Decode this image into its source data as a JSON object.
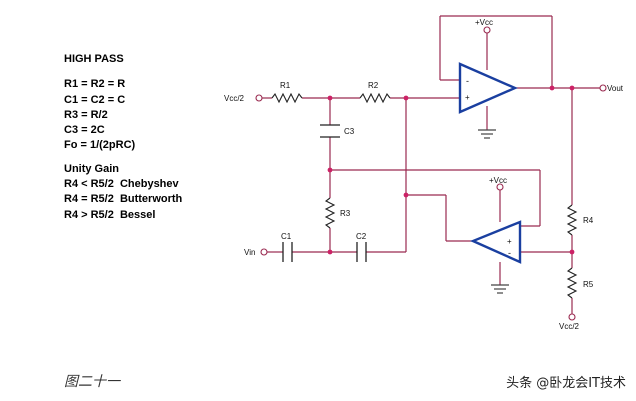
{
  "notes": {
    "heading": "HIGH PASS",
    "lines": [
      "R1 = R2 = R",
      "C1 = C2 = C",
      "R3 = R/2",
      "C3 = 2C",
      "Fo = 1/(2pRC)"
    ],
    "subheading": "Unity Gain",
    "gain_lines": [
      "R4 < R5/2  Chebyshev",
      "R4 = R5/2  Butterworth",
      "R4 > R5/2  Bessel"
    ]
  },
  "circuit": {
    "vcc_half_in": "Vcc/2",
    "vin": "Vin",
    "vout": "Vout",
    "vcc_top": "+Vcc",
    "vcc_bottom_amp": "+Vcc",
    "vcc_half_bottom": "Vcc/2",
    "r1": "R1",
    "r2": "R2",
    "r3": "R3",
    "r4": "R4",
    "r5": "R5",
    "c1": "C1",
    "c2": "C2",
    "c3": "C3",
    "minus": "-",
    "plus": "+"
  },
  "colors": {
    "wire": "#9a2a50",
    "opamp": "#1a3fa0",
    "node": "#cc2266"
  },
  "caption": "图二十一",
  "watermark": "头条 @卧龙会IT技术"
}
